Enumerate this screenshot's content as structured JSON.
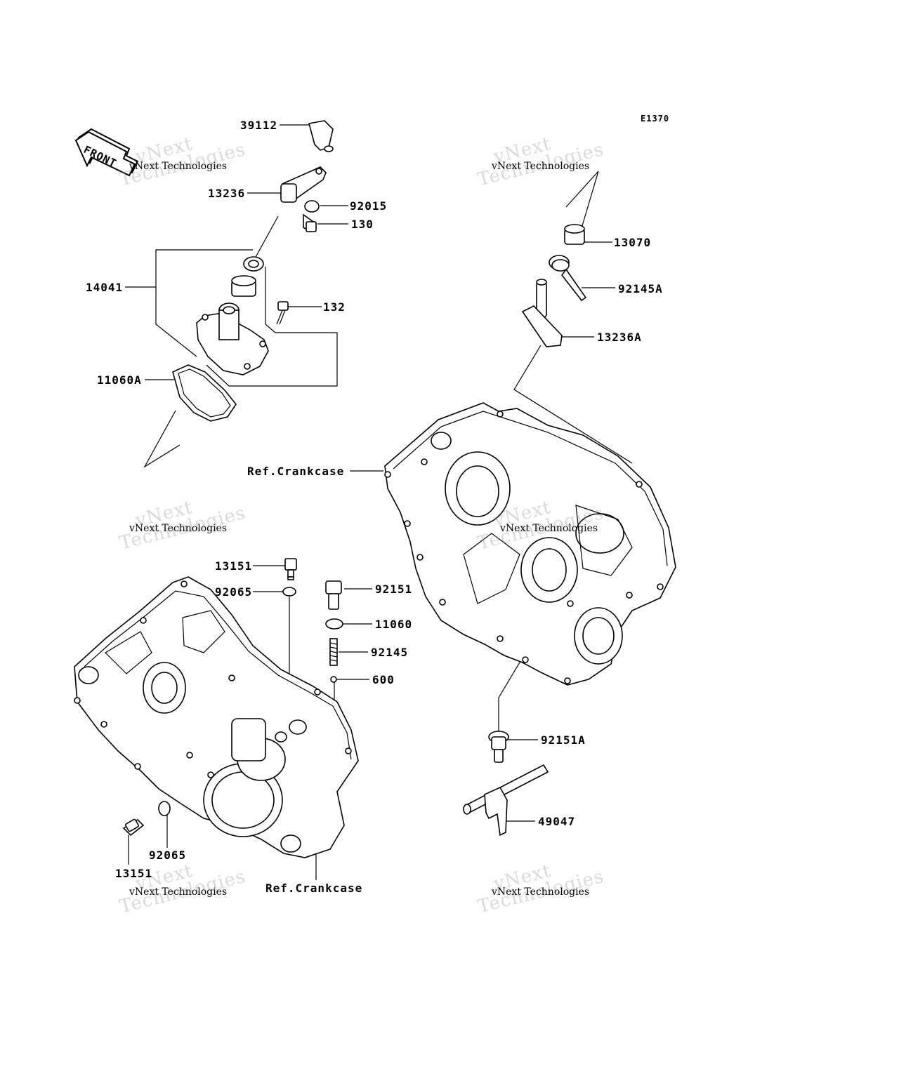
{
  "diagram_code": "E1370",
  "front_arrow_text": "FRONT",
  "watermark": {
    "line1": "vNext",
    "line2": "Technologies",
    "caption": "vNext Technologies"
  },
  "labels": {
    "p39112": "39112",
    "p13236": "13236",
    "p92015": "92015",
    "p130": "130",
    "p14041": "14041",
    "p132": "132",
    "p11060A": "11060A",
    "p13070": "13070",
    "p92145A": "92145A",
    "p13236A": "13236A",
    "ref_crankcase_top": "Ref.Crankcase",
    "p13151_top": "13151",
    "p92065_top": "92065",
    "p92151": "92151",
    "p11060": "11060",
    "p92145": "92145",
    "p600": "600",
    "p92151A": "92151A",
    "p49047": "49047",
    "p92065_bottom": "92065",
    "p13151_bottom": "13151",
    "ref_crankcase_bottom": "Ref.Crankcase"
  }
}
